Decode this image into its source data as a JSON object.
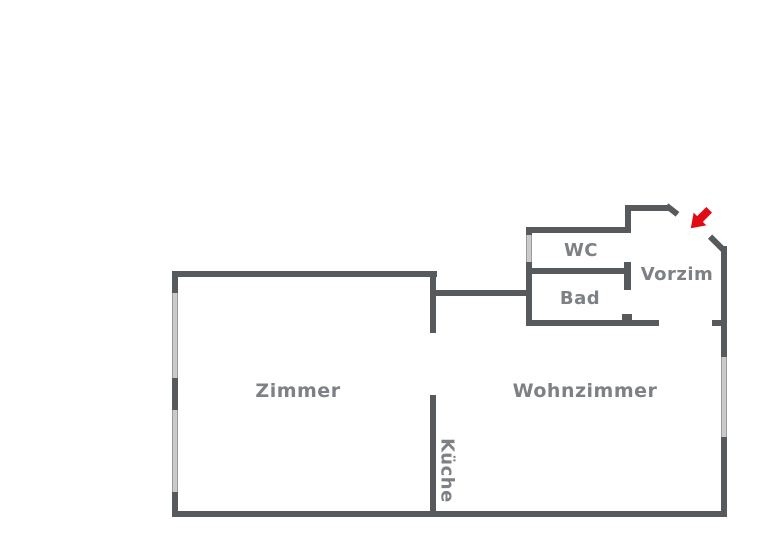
{
  "floorplan": {
    "type": "apartment-floor-plan",
    "rooms": [
      {
        "id": "zimmer",
        "label": "Zimmer"
      },
      {
        "id": "wohnzimmer",
        "label": "Wohnzimmer"
      },
      {
        "id": "kueche",
        "label": "Küche"
      },
      {
        "id": "wc",
        "label": "WC"
      },
      {
        "id": "bad",
        "label": "Bad"
      },
      {
        "id": "vorzim",
        "label": "Vorzim"
      }
    ],
    "entrance": {
      "marker": "red-arrow",
      "direction": "down-left"
    },
    "colors": {
      "wall": "#575a5c",
      "winframe": "#9a9a9a",
      "winfill": "#fdfdfd",
      "wincenter": "#c9c9c9",
      "label": "#7d8084",
      "arrow": "#e30b13"
    }
  }
}
